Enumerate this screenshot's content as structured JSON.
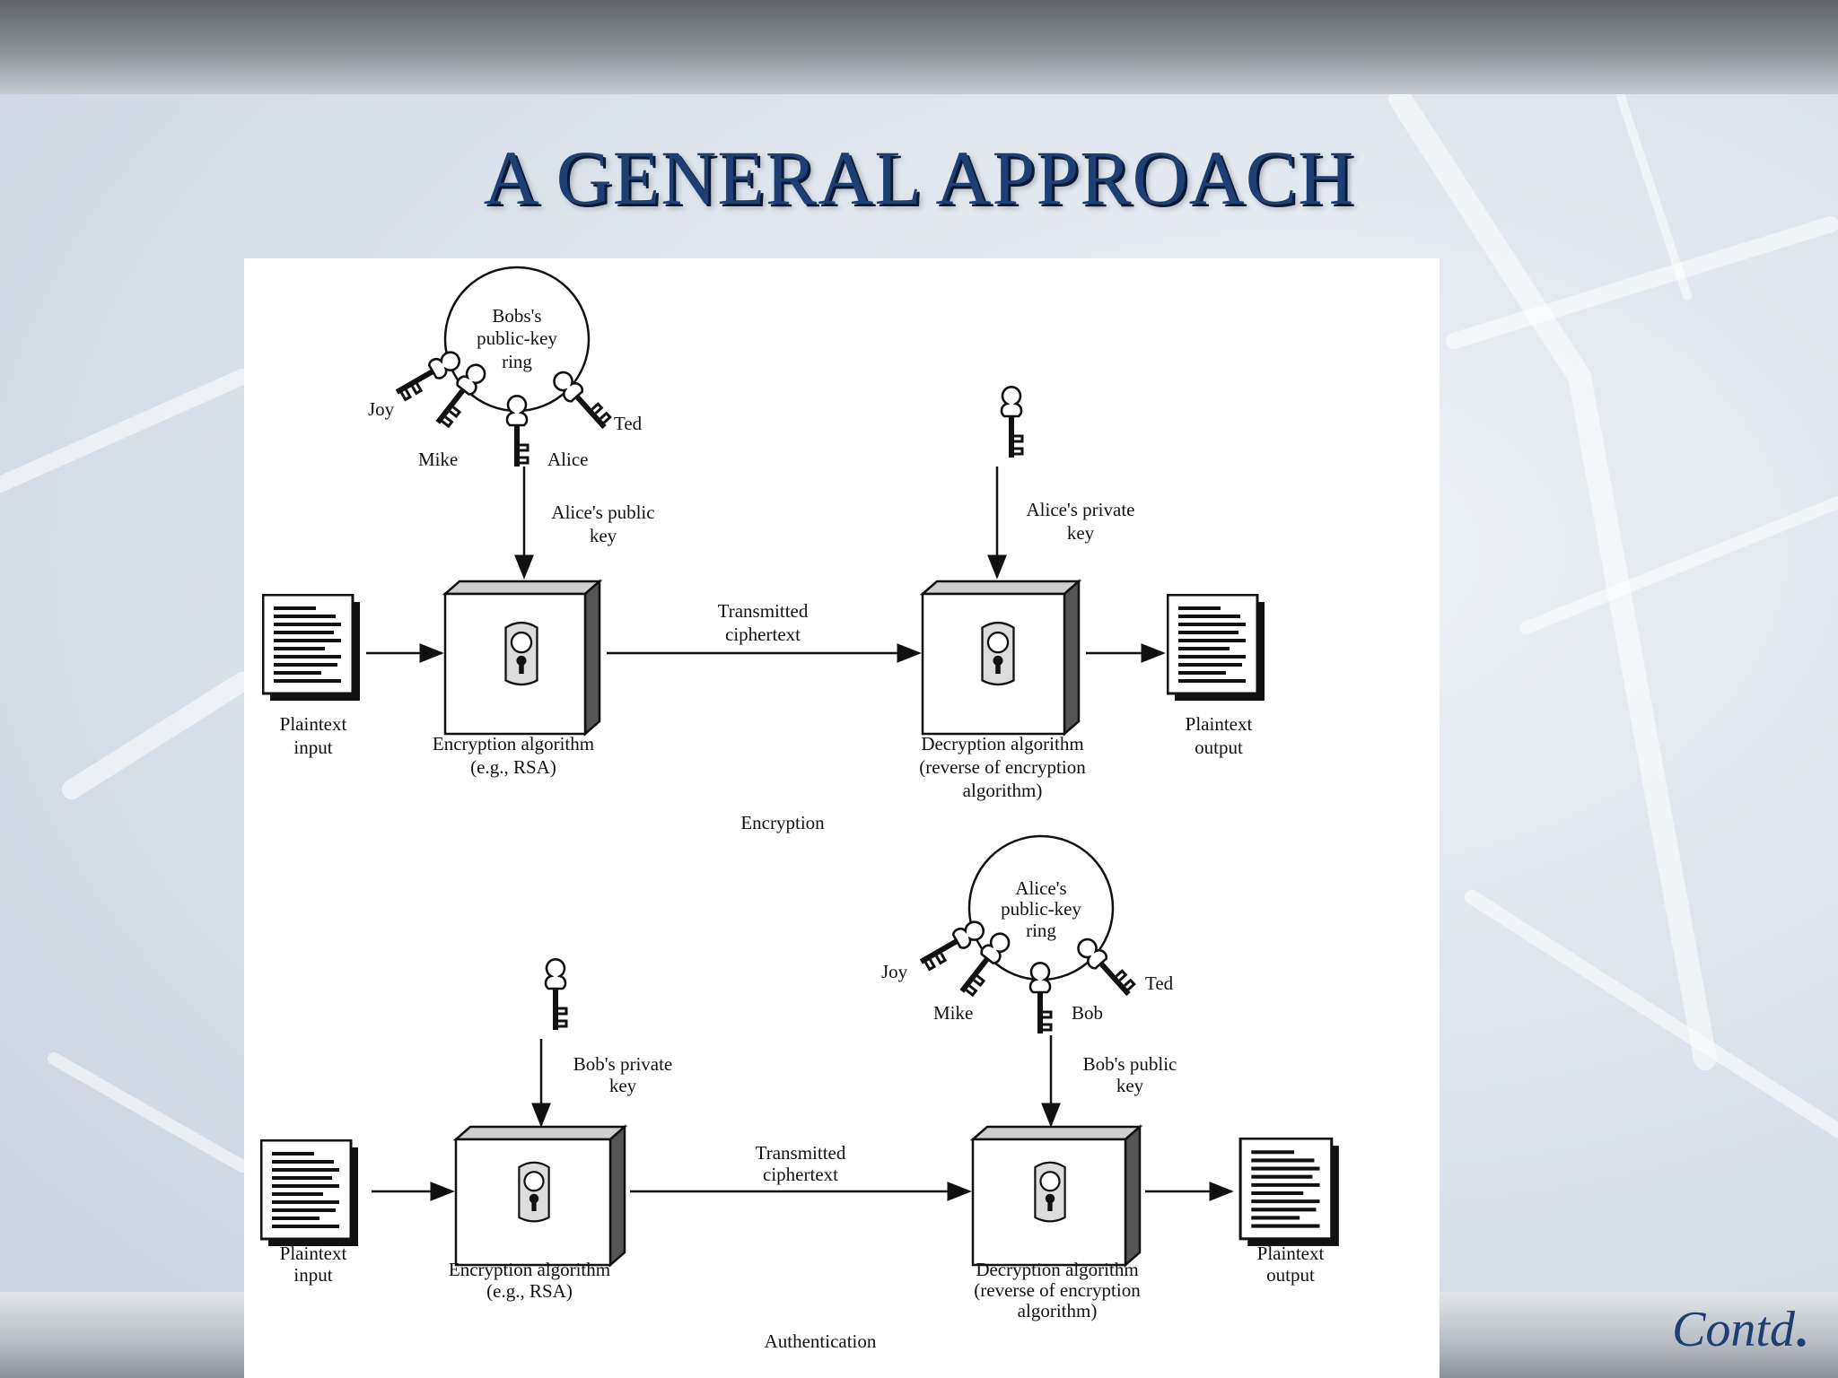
{
  "slide": {
    "title": "A GENERAL APPROACH",
    "footer_text": "Contd",
    "footer_dot": "."
  },
  "encryption": {
    "key_ring": {
      "line1": "Bobs's",
      "line2": "public-key",
      "line3": "ring"
    },
    "key_names": {
      "left": "Joy",
      "lower_left": "Mike",
      "center": "Alice",
      "right": "Ted"
    },
    "key_in": {
      "line1": "Alice's public",
      "line2": "key"
    },
    "key_private": {
      "line1": "Alice's private",
      "line2": "key"
    },
    "plain_in": {
      "line1": "Plaintext",
      "line2": "input"
    },
    "enc_algo": {
      "line1": "Encryption algorithm",
      "line2": "(e.g., RSA)"
    },
    "transmitted": {
      "line1": "Transmitted",
      "line2": "ciphertext"
    },
    "dec_algo": {
      "line1": "Decryption algorithm",
      "line2": "(reverse of encryption",
      "line3": "algorithm)"
    },
    "plain_out": {
      "line1": "Plaintext",
      "line2": "output"
    },
    "caption": "Encryption"
  },
  "authentication": {
    "key_ring": {
      "line1": "Alice's",
      "line2": "public-key",
      "line3": "ring"
    },
    "key_names": {
      "left": "Joy",
      "lower_left": "Mike",
      "center": "Bob",
      "right": "Ted"
    },
    "key_private": {
      "line1": "Bob's private",
      "line2": "key"
    },
    "key_public": {
      "line1": "Bob's public",
      "line2": "key"
    },
    "plain_in": {
      "line1": "Plaintext",
      "line2": "input"
    },
    "enc_algo": {
      "line1": "Encryption algorithm",
      "line2": "(e.g., RSA)"
    },
    "transmitted": {
      "line1": "Transmitted",
      "line2": "ciphertext"
    },
    "dec_algo": {
      "line1": "Decryption algorithm",
      "line2": "(reverse of encryption",
      "line3": "algorithm)"
    },
    "plain_out": {
      "line1": "Plaintext",
      "line2": "output"
    },
    "caption": "Authentication"
  }
}
